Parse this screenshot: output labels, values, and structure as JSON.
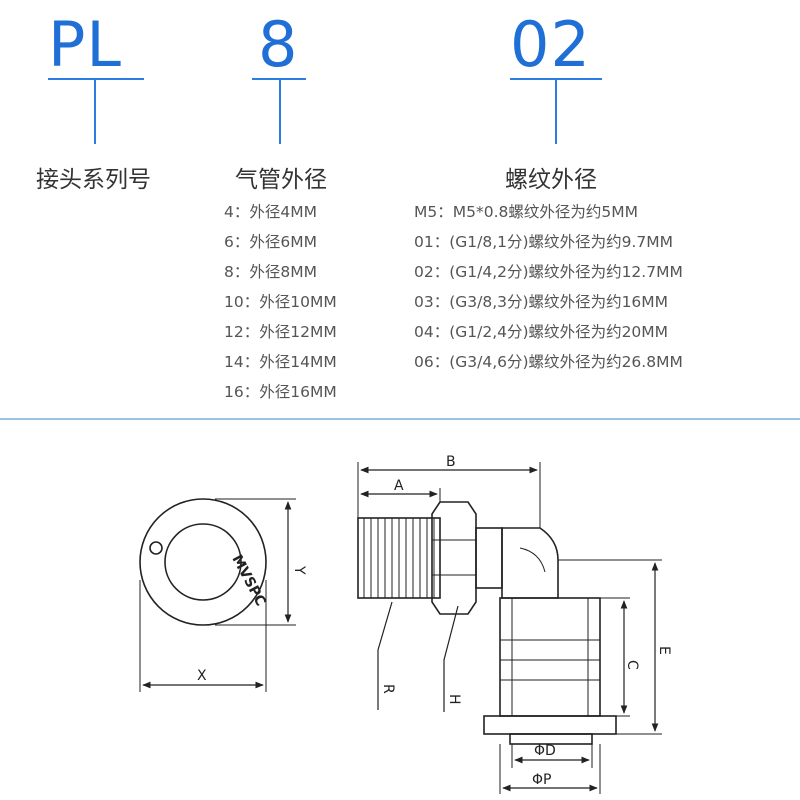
{
  "header": {
    "series_code": "PL",
    "tube_code": "8",
    "thread_code": "02"
  },
  "captions": {
    "series": "接头系列号",
    "tube": "气管外径",
    "thread": "螺纹外径"
  },
  "tube_sizes": [
    "4：外径4MM",
    "6：外径6MM",
    "8：外径8MM",
    "10：外径10MM",
    "12：外径12MM",
    "14：外径14MM",
    "16：外径16MM"
  ],
  "thread_sizes": [
    "M5：M5*0.8螺纹外径为约5MM",
    "01：(G1/8,1分)螺纹外径为约9.7MM",
    "02：(G1/4,2分)螺纹外径为约12.7MM",
    "03：(G3/8,3分)螺纹外径为约16MM",
    "04：(G1/2,4分)螺纹外径为约20MM",
    "06：(G3/4,6分)螺纹外径为约26.8MM"
  ],
  "drawing": {
    "front_label": "MVSPC",
    "dims": {
      "x": "X",
      "y": "Y",
      "a": "A",
      "b": "B",
      "c": "C",
      "e": "E",
      "r": "R",
      "h": "H",
      "d": "ΦD",
      "p": "ΦP"
    }
  },
  "colors": {
    "accent": "#1f6fd6",
    "separator": "#9cc2e6",
    "drawing": "#222222"
  }
}
